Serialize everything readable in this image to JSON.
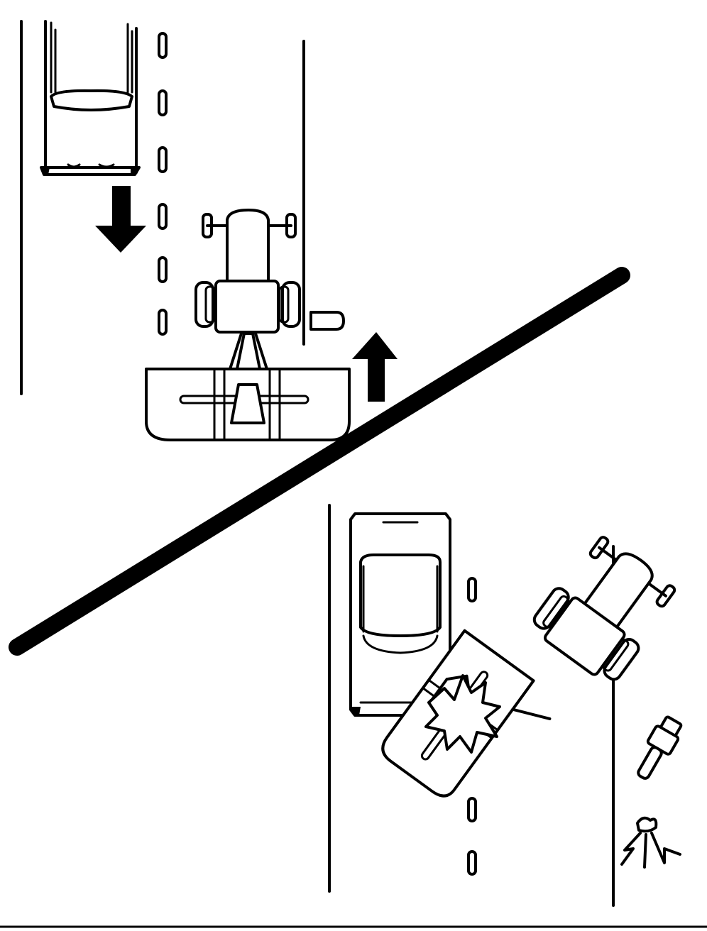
{
  "figure": {
    "description_text": "",
    "colors": {
      "ink": "#000000",
      "paper": "#ffffff"
    },
    "panels": [
      {
        "id": "before",
        "elements": [
          "car-approaching",
          "tractor-with-implement",
          "arrow-down",
          "arrow-up"
        ]
      },
      {
        "id": "after",
        "elements": [
          "car-parked",
          "tractor-jackknifed",
          "collision-burst",
          "debris"
        ]
      }
    ]
  }
}
